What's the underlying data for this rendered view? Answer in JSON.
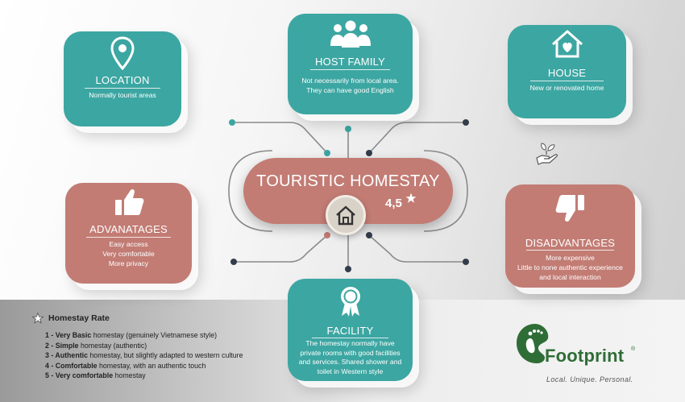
{
  "colors": {
    "teal": "#3ca6a2",
    "rose": "#c27c74",
    "logo_green": "#2f6d36"
  },
  "center": {
    "title": "TOURISTIC HOMESTAY",
    "rating": "4,5",
    "rating_icon": "star-icon",
    "icon": "house-icon"
  },
  "cards": {
    "location": {
      "title": "LOCATION",
      "body": [
        "Normally tourist areas"
      ],
      "icon": "map-pin-icon"
    },
    "host_family": {
      "title": "HOST FAMILY",
      "body": [
        "Not necessarily from local area.",
        "They can have good English"
      ],
      "icon": "people-icon"
    },
    "house": {
      "title": "HOUSE",
      "body": [
        "New or renovated home"
      ],
      "icon": "house-heart-icon"
    },
    "advantages": {
      "title": "ADVANATAGES",
      "body": [
        "Easy access",
        "Very comfortable",
        "More privacy"
      ],
      "icon": "thumbs-up-icon"
    },
    "disadvantages": {
      "title": "DISADVANTAGES",
      "body": [
        "More expensive",
        "Little to none authentic experience",
        "and local interaction"
      ],
      "icon": "thumbs-down-icon"
    },
    "facility": {
      "title": "FACILITY",
      "body": [
        "The homestay normally have",
        "private rooms with good facilities",
        "and services. Shared shower and",
        "toilet in Western style"
      ],
      "icon": "award-ribbon-icon"
    }
  },
  "legend": {
    "title": "Homestay Rate",
    "items": [
      {
        "num": "1",
        "bold": "Very Basic",
        "rest": " homestay (genuinely Vietnamese style)"
      },
      {
        "num": "2",
        "bold": "Simple",
        "rest": " homestay (authentic)"
      },
      {
        "num": "3",
        "bold": "Authentic",
        "rest": " homestay, but slightly adapted to western culture"
      },
      {
        "num": "4",
        "bold": "Comfortable",
        "rest": " homestay, with an authentic touch"
      },
      {
        "num": "5",
        "bold": "Very comfortable",
        "rest": " homestay"
      }
    ]
  },
  "logo": {
    "name": "Footprint",
    "registered": "®",
    "tagline": "Local. Unique. Personal."
  }
}
